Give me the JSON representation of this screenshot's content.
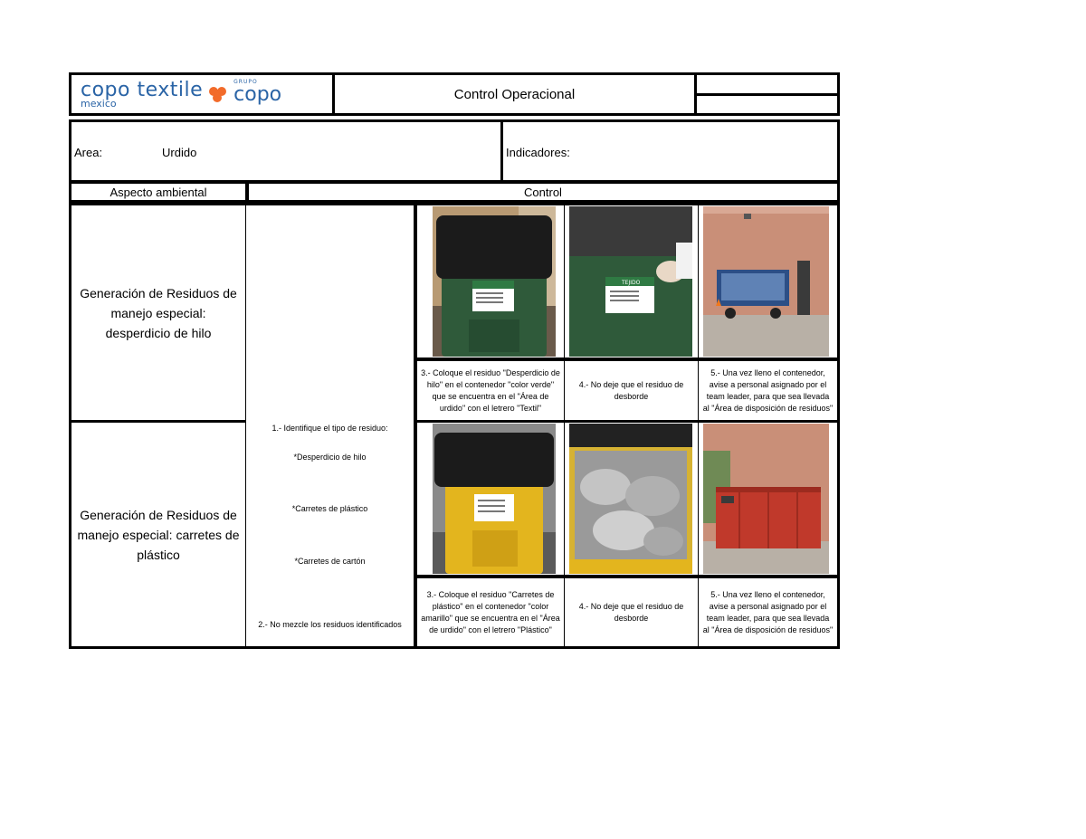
{
  "header": {
    "logo_brand": "copo textile",
    "logo_region": "mexico",
    "logo_group_label": "GRUPO",
    "logo_group_name": "copo",
    "title": "Control Operacional"
  },
  "info": {
    "area_label": "Area:",
    "area_value": "Urdido",
    "indicators_label": "Indicadores:"
  },
  "columns": {
    "aspect": "Aspecto ambiental",
    "control": "Control"
  },
  "rows": [
    {
      "aspect": "Generación de Residuos de manejo especial: desperdicio de hilo",
      "step3": "3.- Coloque el residuo \"Desperdicio de hilo\" en el contenedor \"color verde\" que se encuentra en el \"Área de urdido\" con el letrero \"Textil\"",
      "step4": "4.- No deje que el residuo de desborde",
      "step5": "5.- Una vez lleno el contenedor, avise a personal asignado por el team leader, para que sea llevada al \"Área de disposición de residuos\""
    },
    {
      "aspect": "Generación de Residuos de manejo especial: carretes de plástico",
      "step3": "3.- Coloque el residuo \"Carretes de plástico\" en el contenedor \"color amarillo\" que se encuentra en el \"Área de urdido\" con el letrero \"Plástico\"",
      "step4": "4.- No deje que el residuo de desborde",
      "step5": "5.- Una vez lleno el contenedor, avise a personal asignado por el team leader, para que sea llevada al \"Área de disposición de residuos\""
    }
  ],
  "instructions": {
    "step1": "1.- Identifique el tipo de residuo:",
    "item1": "*Desperdicio de hilo",
    "item2": "*Carretes de plástico",
    "item3": "*Carretes de cartón",
    "step2": "2.- No mezcle los residuos identificados"
  },
  "photo_labels": {
    "green_bin_sign": "TEJIDO"
  },
  "colors": {
    "logo_blue": "#2a64a6",
    "logo_orange": "#f26b2a",
    "bin_green": "#2f5a3a",
    "bin_yellow": "#e3b51e",
    "container_red": "#c0392b"
  }
}
